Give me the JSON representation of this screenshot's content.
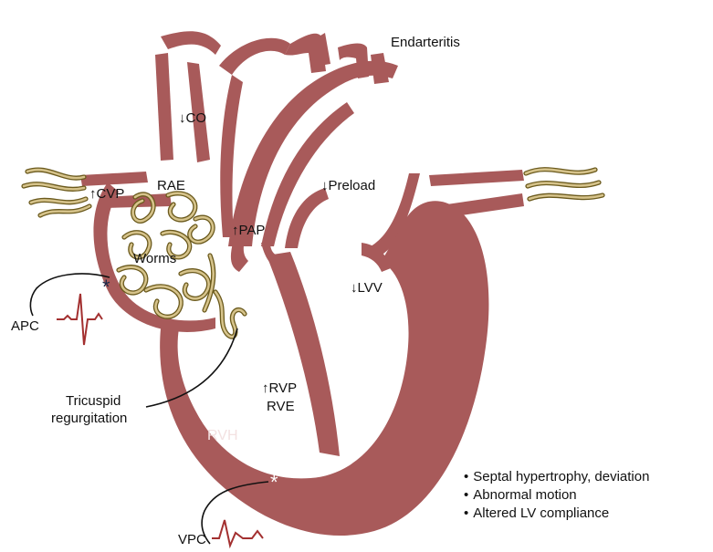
{
  "labels": {
    "endarteritis": "Endarteritis",
    "co": "↓CO",
    "cvp": "↑CVP",
    "rae": "RAE",
    "preload": "↓Preload",
    "pap": "↑PAP",
    "worms": "Worms",
    "lvv": "↓LVV",
    "apc": "APC",
    "rvp": "↑RVP",
    "rve": "RVE",
    "tricuspid_line1": "Tricuspid",
    "tricuspid_line2": "regurgitation",
    "rvh": "RVH",
    "vpc": "VPC"
  },
  "notes": [
    "Septal hypertrophy, deviation",
    "Abnormal motion",
    "Altered LV compliance"
  ],
  "colors": {
    "myocardium": "#a85a5a",
    "worm_outline": "#6b5a1d",
    "worm_fill": "#d6c38b",
    "ecg_trace": "#a33030"
  }
}
